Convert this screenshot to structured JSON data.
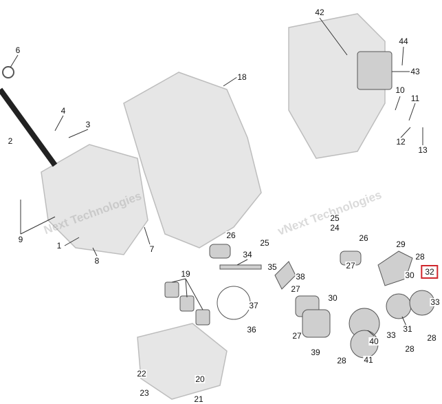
{
  "diagram": {
    "title": "Engine parts exploded view",
    "highlight_color": "#d0262c",
    "callouts": [
      "42",
      "44",
      "43",
      "10",
      "11",
      "12",
      "13",
      "6",
      "18",
      "4",
      "3",
      "2",
      "9",
      "1",
      "7",
      "8",
      "26",
      "25",
      "34",
      "35",
      "19",
      "38",
      "27",
      "37",
      "36",
      "25",
      "24",
      "26",
      "29",
      "28",
      "32",
      "30",
      "27",
      "30",
      "33",
      "31",
      "40",
      "33",
      "28",
      "27",
      "28",
      "39",
      "28",
      "41",
      "22",
      "20",
      "23",
      "21"
    ],
    "highlighted_callout": "32",
    "watermarks": [
      "Next Technologies",
      "vNext Technologies"
    ]
  }
}
